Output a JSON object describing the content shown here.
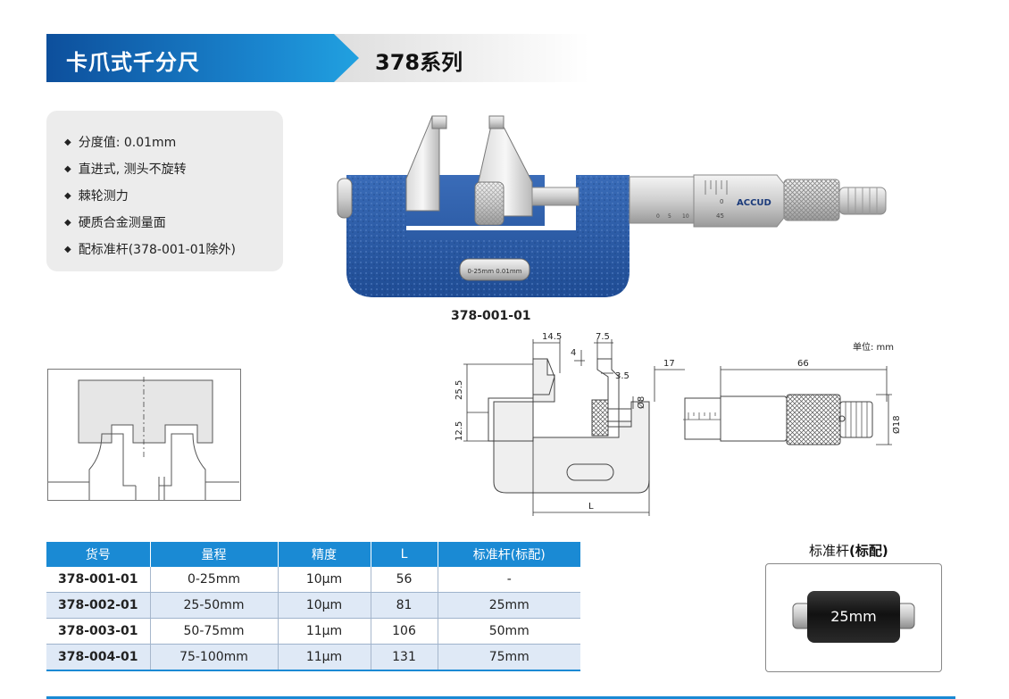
{
  "header": {
    "title": "卡爪式千分尺",
    "series": "378系列"
  },
  "features": [
    "分度值: 0.01mm",
    "直进式, 测头不旋转",
    "棘轮测力",
    "硬质合金测量面",
    "配标准杆(378-001-01除外)"
  ],
  "product": {
    "brand": "ACCUD",
    "plate_text": "0-25mm  0.01mm",
    "model_label": "378-001-01",
    "scale_digits": [
      "0",
      "5",
      "10",
      "0",
      "45"
    ]
  },
  "drawing": {
    "unit": "单位: mm",
    "dims": {
      "d1": "14.5",
      "d2": "7.5",
      "d3": "4",
      "d4": "3.5",
      "d5": "17",
      "d6": "66",
      "d7": "25.5",
      "d8": "12.5",
      "d9": "Ø8",
      "d10": "Ø18",
      "d11": "L"
    }
  },
  "table": {
    "headers": [
      "货号",
      "量程",
      "精度",
      "L",
      "标准杆(标配)"
    ],
    "rows": [
      [
        "378-001-01",
        "0-25mm",
        "10μm",
        "56",
        "-"
      ],
      [
        "378-002-01",
        "25-50mm",
        "10μm",
        "81",
        "25mm"
      ],
      [
        "378-003-01",
        "50-75mm",
        "11μm",
        "106",
        "50mm"
      ],
      [
        "378-004-01",
        "75-100mm",
        "11μm",
        "131",
        "75mm"
      ]
    ]
  },
  "standard_rod": {
    "title_prefix": "标准杆",
    "title_suffix": "(标配)",
    "label": "25mm"
  },
  "colors": {
    "accent_blue": "#1a8ad4",
    "frame_blue": "#2a5aa6",
    "row_alt": "#dfe9f6"
  }
}
